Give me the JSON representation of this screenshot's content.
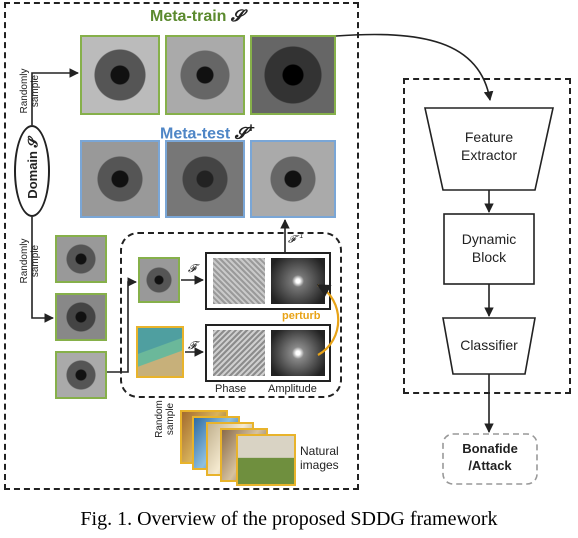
{
  "meta_train_label": "Meta-train",
  "meta_train_symbol": "𝓢",
  "meta_test_label": "Meta-test",
  "meta_test_symbol": "𝓢",
  "meta_test_sup": "+",
  "domain_label": "Domain 𝓢",
  "randomly_sample_1": "Randomly sample",
  "randomly_sample_2": "Randomly sample",
  "randomly_sample_3": "Random sample",
  "fourier": "𝓕",
  "fourier_inv": "𝓕",
  "fourier_inv_sup": "−1",
  "perturb": "perturb",
  "phase": "Phase",
  "amplitude": "Amplitude",
  "natural_images": "Natural images",
  "feature_extractor": "Feature Extractor",
  "dynamic_block": "Dynamic Block",
  "classifier": "Classifier",
  "output": "Bonafide /Attack",
  "caption": "Fig. 1. Overview of the proposed SDDG framework",
  "colors": {
    "meta_train": "#5b8a2e",
    "meta_test": "#4f86c6",
    "perturb": "#e8a317"
  }
}
